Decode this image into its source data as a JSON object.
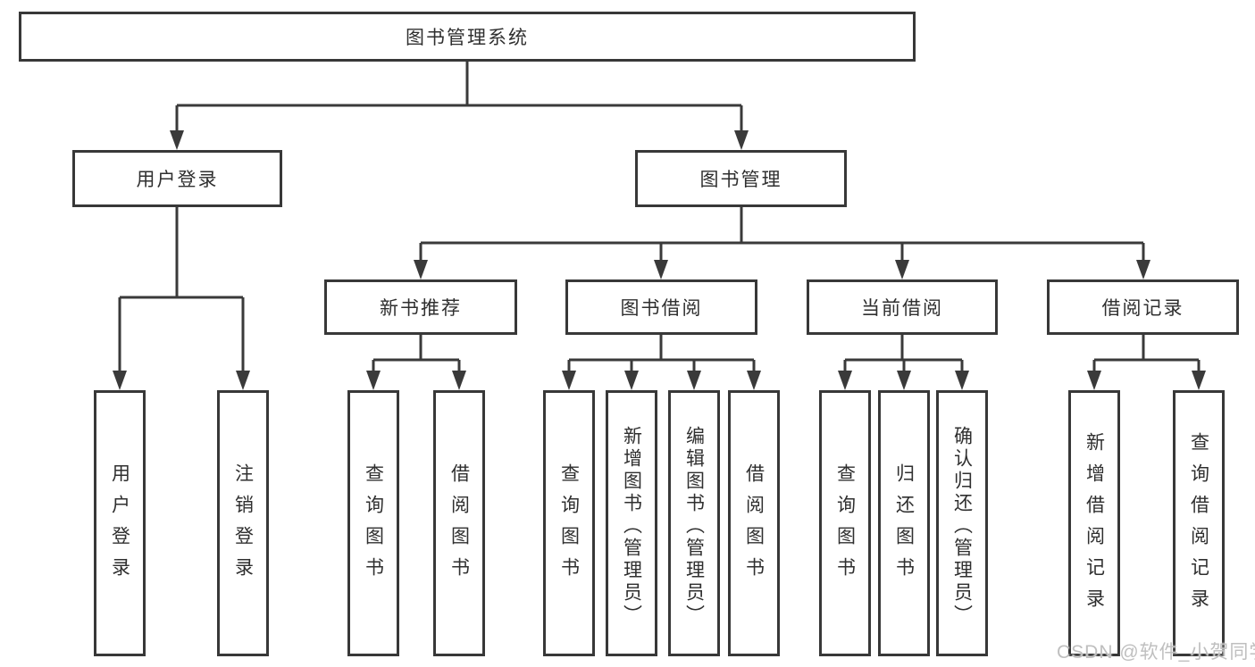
{
  "diagram": {
    "title": "图书管理系统",
    "root": {
      "label": "图书管理系统"
    },
    "level2": {
      "user_login": {
        "label": "用户登录"
      },
      "book_management": {
        "label": "图书管理"
      }
    },
    "level3": {
      "new_book_recommend": {
        "label": "新书推荐"
      },
      "book_borrowing": {
        "label": "图书借阅"
      },
      "current_borrowing": {
        "label": "当前借阅"
      },
      "borrowing_records": {
        "label": "借阅记录"
      }
    },
    "leaves": {
      "user_login": [
        "用户登录",
        "注销登录"
      ],
      "new_book_recommend": [
        "查询图书",
        "借阅图书"
      ],
      "book_borrowing": [
        "查询图书",
        "新增图书（管理员）",
        "编辑图书（管理员）",
        "借阅图书"
      ],
      "current_borrowing": [
        "查询图书",
        "归还图书",
        "确认归还（管理员）"
      ],
      "borrowing_records": [
        "新增借阅记录",
        "查询借阅记录"
      ]
    }
  },
  "watermark": "CSDN @软件_小贺同学",
  "colors": {
    "line": "#3a3a3a",
    "border": "#383838",
    "text": "#2f2f2f",
    "watermark": "#bfbfbf",
    "background": "#ffffff"
  }
}
